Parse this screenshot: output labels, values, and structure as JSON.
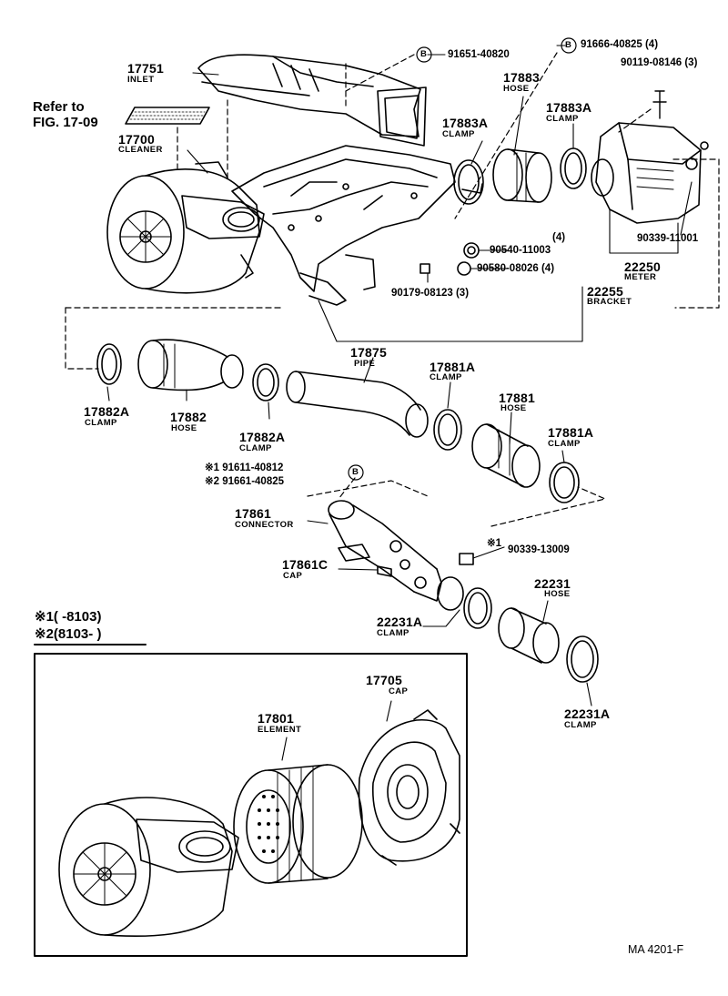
{
  "refer_note": {
    "line1": "Refer to",
    "line2": "FIG. 17-09"
  },
  "parts": {
    "inlet": {
      "number": "17751",
      "name": "INLET"
    },
    "cleaner": {
      "number": "17700",
      "name": "CLEANER"
    },
    "hose_17883": {
      "number": "17883",
      "name": "HOSE"
    },
    "clamp_17883a_l": {
      "number": "17883A",
      "name": "CLAMP"
    },
    "clamp_17883a_r": {
      "number": "17883A",
      "name": "CLAMP"
    },
    "meter": {
      "number": "22250",
      "name": "METER"
    },
    "bracket": {
      "number": "22255",
      "name": "BRACKET"
    },
    "clamp_17882a_l": {
      "number": "17882A",
      "name": "CLAMP"
    },
    "hose_17882": {
      "number": "17882",
      "name": "HOSE"
    },
    "clamp_17882a_r": {
      "number": "17882A",
      "name": "CLAMP"
    },
    "pipe": {
      "number": "17875",
      "name": "PIPE"
    },
    "clamp_17881a_t": {
      "number": "17881A",
      "name": "CLAMP"
    },
    "hose_17881": {
      "number": "17881",
      "name": "HOSE"
    },
    "clamp_17881a_b": {
      "number": "17881A",
      "name": "CLAMP"
    },
    "connector": {
      "number": "17861",
      "name": "CONNECTOR"
    },
    "cap_17861c": {
      "number": "17861C",
      "name": "CAP"
    },
    "clamp_22231a_l": {
      "number": "22231A",
      "name": "CLAMP"
    },
    "hose_22231": {
      "number": "22231",
      "name": "HOSE"
    },
    "clamp_22231a_r": {
      "number": "22231A",
      "name": "CLAMP"
    },
    "element": {
      "number": "17801",
      "name": "ELEMENT"
    },
    "cap_17705": {
      "number": "17705",
      "name": "CAP"
    }
  },
  "part_numbers": {
    "pn_91651": "91651-40820",
    "pn_91666": "91666-40825 (4)",
    "pn_90119": "90119-08146 (3)",
    "pn_90339_11001": "90339-11001",
    "pn_90540_qty": "(4)",
    "pn_90540": "90540-11003",
    "pn_90580": "90580-08026 (4)",
    "pn_90179": "90179-08123 (3)",
    "pn_91611": "※1 91611-40812",
    "pn_91661": "※2 91661-40825",
    "pn_90339_13009_mark": "※1",
    "pn_90339_13009": "90339-13009"
  },
  "circle_marker": "B",
  "legend": {
    "line1": "※1(     -8103)",
    "line2": "※2(8103-     )"
  },
  "figure_code": "MA  4201-F"
}
